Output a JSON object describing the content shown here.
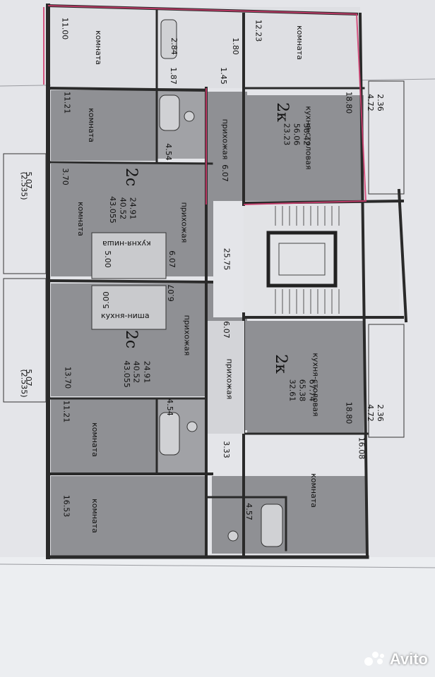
{
  "plan": {
    "apt_top_2k": {
      "type": "2к",
      "living": "23.23",
      "area": "56.06",
      "total": "58.42",
      "kitchen": "кухня-столовая"
    },
    "apt_upper_2c": {
      "type": "2с",
      "a": "24.91",
      "b": "40.52",
      "c": "43.055"
    },
    "apt_lower_2c": {
      "type": "2с",
      "a": "24.91",
      "b": "40.52",
      "c": "43.055"
    },
    "apt_right_2k": {
      "type": "2к",
      "living": "32.61",
      "area": "65.38",
      "total": "67.74",
      "kitchen": "кухня-столовая"
    },
    "room_word": "комната",
    "hall_word": "прихожая",
    "niche_word": "кухня-ниша",
    "dims": {
      "d1100": "11.00",
      "d1223": "12.23",
      "d284": "2.84",
      "d180": "1.80",
      "d187": "1.87",
      "d145": "1.45",
      "d1880a": "18.80",
      "d472a": "4.72",
      "d236a": "2.36",
      "d1121a": "11.21",
      "d454a": "4.54",
      "d607a": "6.07",
      "d507a": "5.07",
      "d2535a": "(2.535)",
      "d370": "3.70",
      "d500a": "5.00",
      "d607b": "6.07",
      "d2575": "25.75",
      "d607c": "6.07",
      "d500b": "5.00",
      "d607d": "6.07",
      "d1370": "13.70",
      "d507b": "5.07",
      "d2535b": "(2.535)",
      "d1121b": "11.21",
      "d454b": "4.54",
      "d1880b": "18.80",
      "d472b": "4.72",
      "d236b": "2.36",
      "d1608": "16.08",
      "d333": "3.33",
      "d1653": "16.53",
      "d457": "4.57"
    },
    "watermark": "Avito",
    "colors": {
      "wall": "#2a2a2a",
      "fill_dark": "#8e8f93",
      "fill_light": "#c8c9cd",
      "paper": "#e8e9ec",
      "highlight": "#d23b6e"
    }
  }
}
